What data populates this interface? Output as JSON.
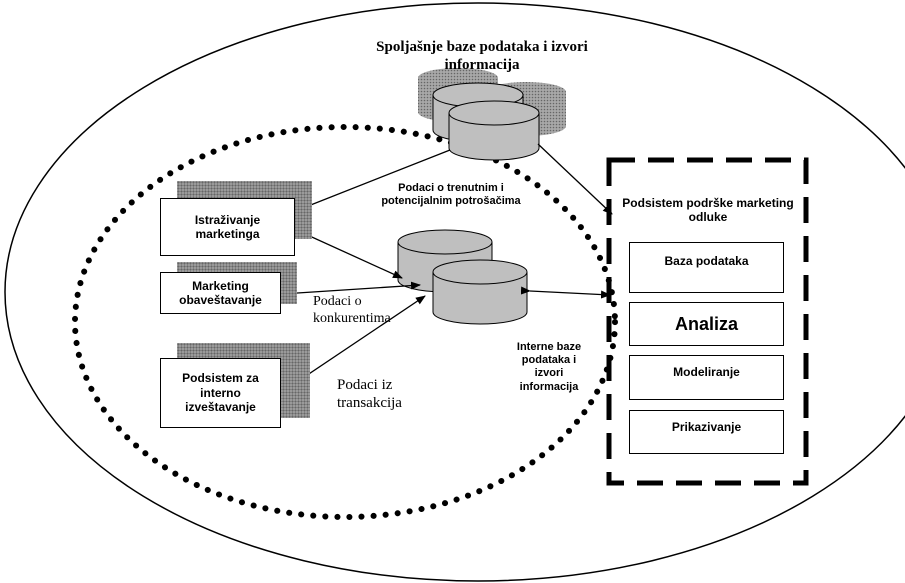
{
  "external_db": {
    "label": "Spoljašnje baze podataka i izvori informacija"
  },
  "customers_db": {
    "label": "Podaci o trenutnim i potencijalnim potrošačima"
  },
  "internal_db": {
    "label": "Interne baze podataka i izvori informacija"
  },
  "subsystems": [
    {
      "label": "Istraživanje marketinga"
    },
    {
      "label": "Marketing obaveštavanje"
    },
    {
      "label": "Podsistem za interno izveštavanje"
    }
  ],
  "flow_labels": {
    "competitors": "Podaci o konkurentima",
    "transactions": "Podaci iz transakcija"
  },
  "decision_support": {
    "title": "Podsistem podrške marketing odluke",
    "items": [
      {
        "label": "Baza podataka"
      },
      {
        "label": "Analiza"
      },
      {
        "label": "Modeliranje"
      },
      {
        "label": "Prikazivanje"
      }
    ]
  },
  "colors": {
    "line": "#000000",
    "cylinder": "#bfbfbf",
    "shadow": "#9a9a9a"
  }
}
